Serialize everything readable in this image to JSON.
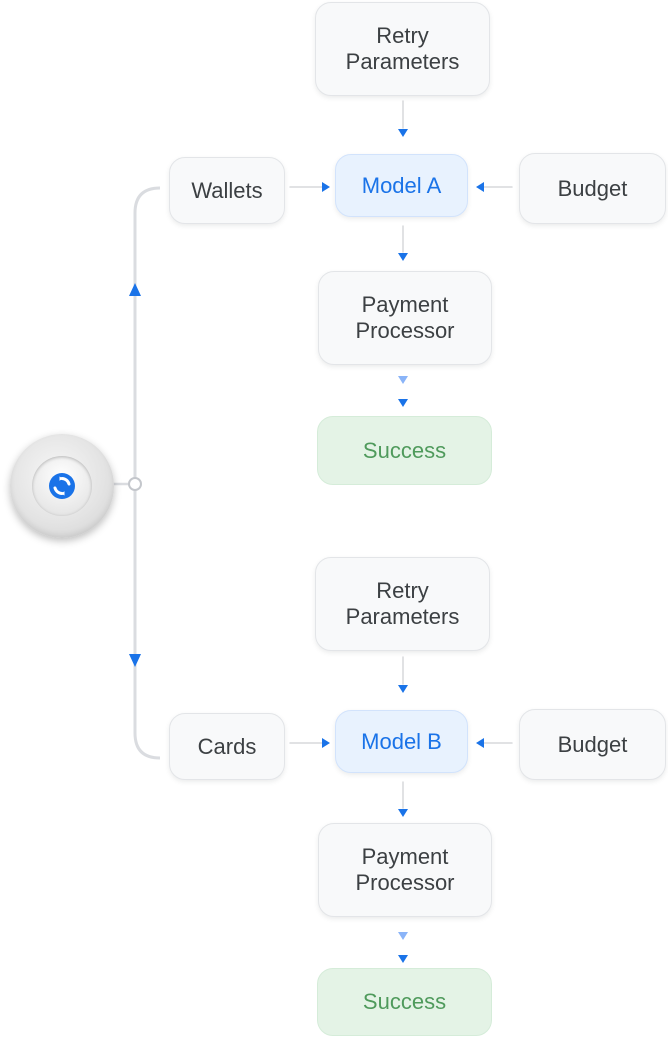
{
  "colors": {
    "arrow": "#1a73e8",
    "arrow_faded": "#8ab4f8",
    "trunk_line": "#dadce0",
    "node_bg": "#f8f9fa",
    "model_bg": "#e8f2fe",
    "model_text": "#1a73e8",
    "success_bg": "#e4f3e6",
    "success_text": "#4f9a5c"
  },
  "hub": {
    "icon": "sync-loop-icon"
  },
  "flows": [
    {
      "source": "Wallets",
      "retry": "Retry\nParameters",
      "model": "Model A",
      "budget": "Budget",
      "processor": "Payment\nProcessor",
      "result": "Success"
    },
    {
      "source": "Cards",
      "retry": "Retry\nParameters",
      "model": "Model B",
      "budget": "Budget",
      "processor": "Payment\nProcessor",
      "result": "Success"
    }
  ]
}
